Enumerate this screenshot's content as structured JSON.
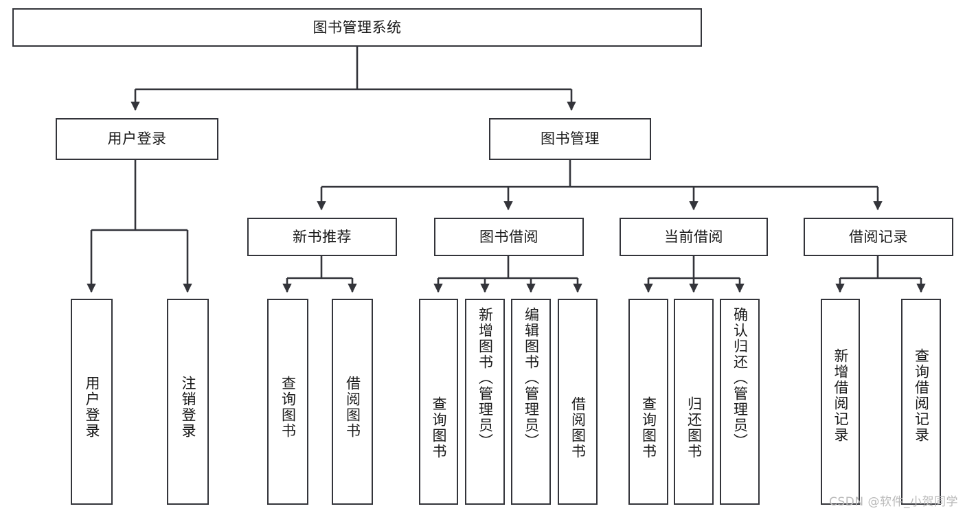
{
  "diagram": {
    "title": "图书管理系统",
    "type": "tree",
    "orientation": "top-down",
    "watermark": "CSDN @软件_小贺同学",
    "colors": {
      "stroke": "#33343a",
      "fill": "#ffffff",
      "text": "#1a1a1a",
      "watermark": "#b9b9b9"
    }
  },
  "nodes": {
    "root": {
      "id": "root",
      "label": "图书管理系统",
      "level": 0
    },
    "level1": [
      {
        "id": "user-login",
        "label": "用户登录",
        "level": 1
      },
      {
        "id": "book-manage",
        "label": "图书管理",
        "level": 1
      }
    ],
    "level2": [
      {
        "id": "new-book-rec",
        "label": "新书推荐",
        "level": 2,
        "parent": "book-manage"
      },
      {
        "id": "book-borrow",
        "label": "图书借阅",
        "level": 2,
        "parent": "book-manage"
      },
      {
        "id": "current-borrow",
        "label": "当前借阅",
        "level": 2,
        "parent": "book-manage"
      },
      {
        "id": "borrow-record",
        "label": "借阅记录",
        "level": 2,
        "parent": "book-manage"
      }
    ],
    "leaves": [
      {
        "id": "leaf-user-login",
        "label": "用户登录",
        "parent": "user-login"
      },
      {
        "id": "leaf-logout",
        "label": "注销登录",
        "parent": "user-login"
      },
      {
        "id": "leaf-query-book-1",
        "label": "查询图书",
        "parent": "new-book-rec"
      },
      {
        "id": "leaf-borrow-book-1",
        "label": "借阅图书",
        "parent": "new-book-rec"
      },
      {
        "id": "leaf-query-book-2",
        "label": "查询图书",
        "parent": "book-borrow"
      },
      {
        "id": "leaf-add-book",
        "label": "新增图书（管理员）",
        "parent": "book-borrow"
      },
      {
        "id": "leaf-edit-book",
        "label": "编辑图书（管理员）",
        "parent": "book-borrow"
      },
      {
        "id": "leaf-borrow-book-2",
        "label": "借阅图书",
        "parent": "book-borrow"
      },
      {
        "id": "leaf-query-book-3",
        "label": "查询图书",
        "parent": "current-borrow"
      },
      {
        "id": "leaf-return-book",
        "label": "归还图书",
        "parent": "current-borrow"
      },
      {
        "id": "leaf-confirm-return",
        "label": "确认归还（管理员）",
        "parent": "current-borrow"
      },
      {
        "id": "leaf-add-record",
        "label": "新增借阅记录",
        "parent": "borrow-record"
      },
      {
        "id": "leaf-query-record",
        "label": "查询借阅记录",
        "parent": "borrow-record"
      }
    ]
  }
}
